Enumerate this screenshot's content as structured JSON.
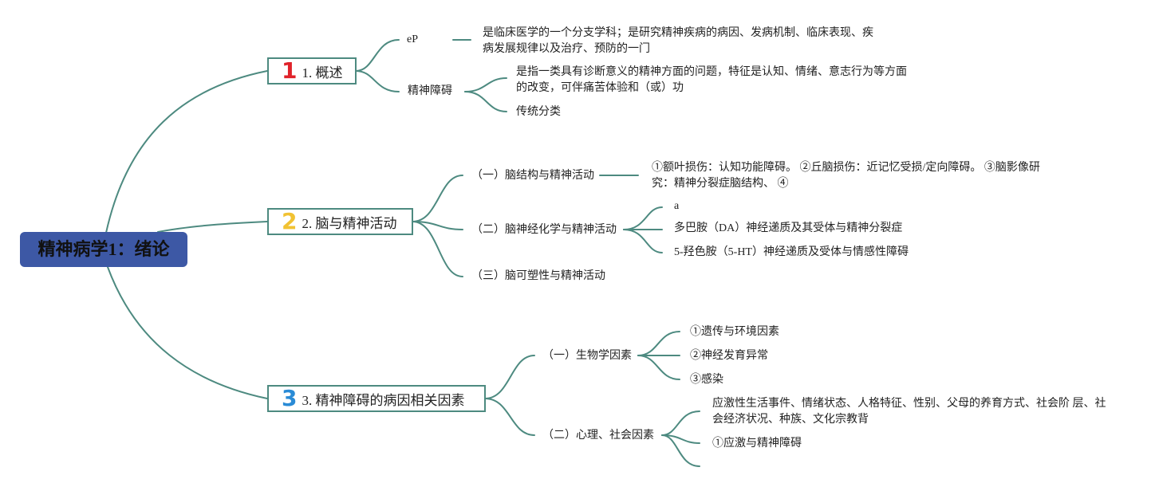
{
  "root": {
    "title": "精神病学1：绪论"
  },
  "colors": {
    "root_fill": "#3d58a5",
    "edge": "#4d8a80",
    "num1": "#e0222a",
    "num2": "#f1c232",
    "num3": "#2a8bd6"
  },
  "branches": [
    {
      "number": "1",
      "label": "1. 概述",
      "children": [
        {
          "label": "eP",
          "details": [
            "是临床医学的一个分支学科；是研究精神疾病的病因、发病机制、临床表现、疾病发展规律以及治疗、预防的一门"
          ]
        },
        {
          "label": "精神障碍",
          "details": [
            "是指一类具有诊断意义的精神方面的问题，特征是认知、情绪、意志行为等方面的改变，可伴痛苦体验和（或）功",
            "传统分类"
          ]
        }
      ]
    },
    {
      "number": "2",
      "label": "2. 脑与精神活动",
      "children": [
        {
          "label": "（一）脑结构与精神活动",
          "details": [
            "①额叶损伤：认知功能障碍。 ②丘脑损伤：近记忆受损/定向障碍。 ③脑影像研究：精神分裂症脑结构、 ④"
          ]
        },
        {
          "label": "（二）脑神经化学与精神活动",
          "details": [
            "a",
            "多巴胺（DA）神经递质及其受体与精神分裂症",
            "5-羟色胺（5-HT）神经递质及受体与情感性障碍"
          ]
        },
        {
          "label": "（三）脑可塑性与精神活动",
          "details": []
        }
      ]
    },
    {
      "number": "3",
      "label": "3. 精神障碍的病因相关因素",
      "children": [
        {
          "label": "（一）生物学因素",
          "details": [
            "①遗传与环境因素",
            "②神经发育异常",
            "③感染"
          ]
        },
        {
          "label": "（二）心理、社会因素",
          "details": [
            "应激性生活事件、情绪状态、人格特征、性别、父母的养育方式、社会阶 层、社会经济状况、种族、文化宗教背",
            "①应激与精神障碍"
          ]
        }
      ]
    }
  ]
}
